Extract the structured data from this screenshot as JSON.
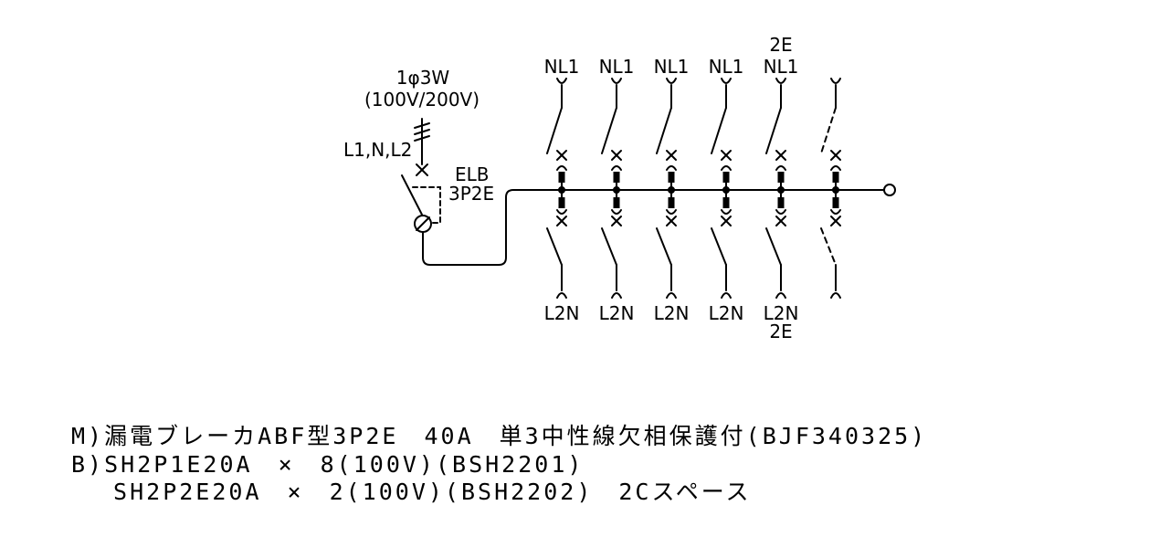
{
  "supply": {
    "phase": "1φ3W",
    "voltage": "(100V/200V)",
    "lines": "L1,N,L2"
  },
  "main_breaker": {
    "type": "ELB",
    "poles": "3P2E"
  },
  "branches_top": [
    "NL1",
    "NL1",
    "NL1",
    "NL1",
    "NL1",
    ""
  ],
  "branches_top_extra": [
    "",
    "",
    "",
    "",
    "2E",
    ""
  ],
  "branches_bottom": [
    "L2N",
    "L2N",
    "L2N",
    "L2N",
    "L2N",
    ""
  ],
  "branches_bottom_extra": [
    "",
    "",
    "",
    "",
    "2E",
    ""
  ],
  "notes": [
    "M)漏電ブレーカABF型3P2E　40A　単3中性線欠相保護付(BJF340325)",
    "B)SH2P1E20A　×　8(100V)(BSH2201)",
    "　 SH2P2E20A　×　2(100V)(BSH2202)　2Cスペース"
  ]
}
